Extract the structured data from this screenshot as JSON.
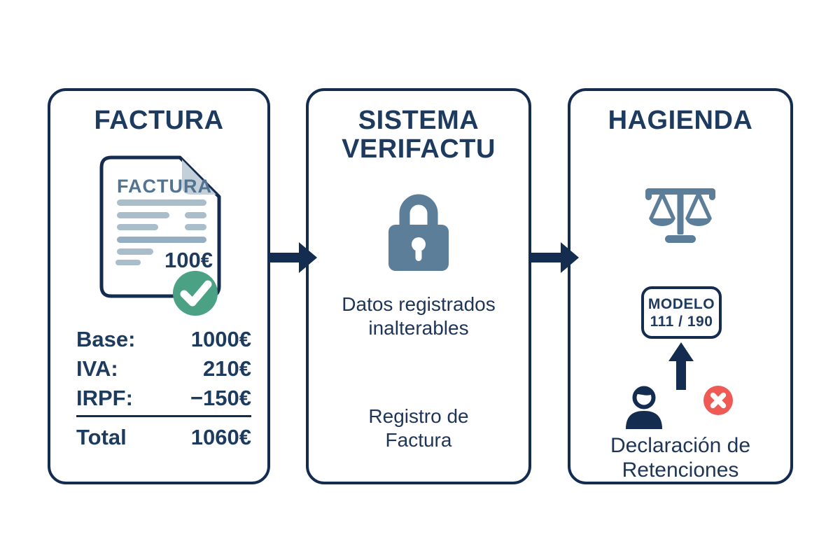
{
  "colors": {
    "navy_text": "#1d3a5f",
    "navy_dark": "#132c50",
    "slate_icon": "#5d7e99",
    "steel_doc_text": "#527391",
    "doc_line_gray": "#a9bdcb",
    "fold_gray": "#c3d0da",
    "green_check": "#4aa183",
    "red_error": "#ef5a55",
    "background": "#ffffff"
  },
  "icons": {
    "check": "✓",
    "error": "✕",
    "flow_arrow": "→",
    "submit_arrow": "↑",
    "lock": "padlock",
    "scales": "balance-scales",
    "person": "user-bust",
    "invoice": "document-with-folded-corner"
  },
  "panels": {
    "factura": {
      "title": "FACTURA",
      "invoice_icon": {
        "label": "FACTURA",
        "amount": "100€"
      },
      "totals": [
        {
          "label": "Base:",
          "value": "1000€"
        },
        {
          "label": "IVA:",
          "value": "210€"
        },
        {
          "label": "IRPF:",
          "value": "−150€"
        }
      ],
      "total_row": {
        "label": "Total",
        "value": "1060€"
      }
    },
    "verifactu": {
      "title_line1": "SISTEMA",
      "title_line2": "VERIFACTU",
      "caption1_line1": "Datos registrados",
      "caption1_line2": "inalterables",
      "caption2_line1": "Registro de",
      "caption2_line2": "Factura"
    },
    "hacienda": {
      "title": "HAGIENDA",
      "modelo_line1": "MODELO",
      "modelo_line2": "111 / 190",
      "caption_line1": "Declaración de",
      "caption_line2": "Retenciones"
    }
  }
}
